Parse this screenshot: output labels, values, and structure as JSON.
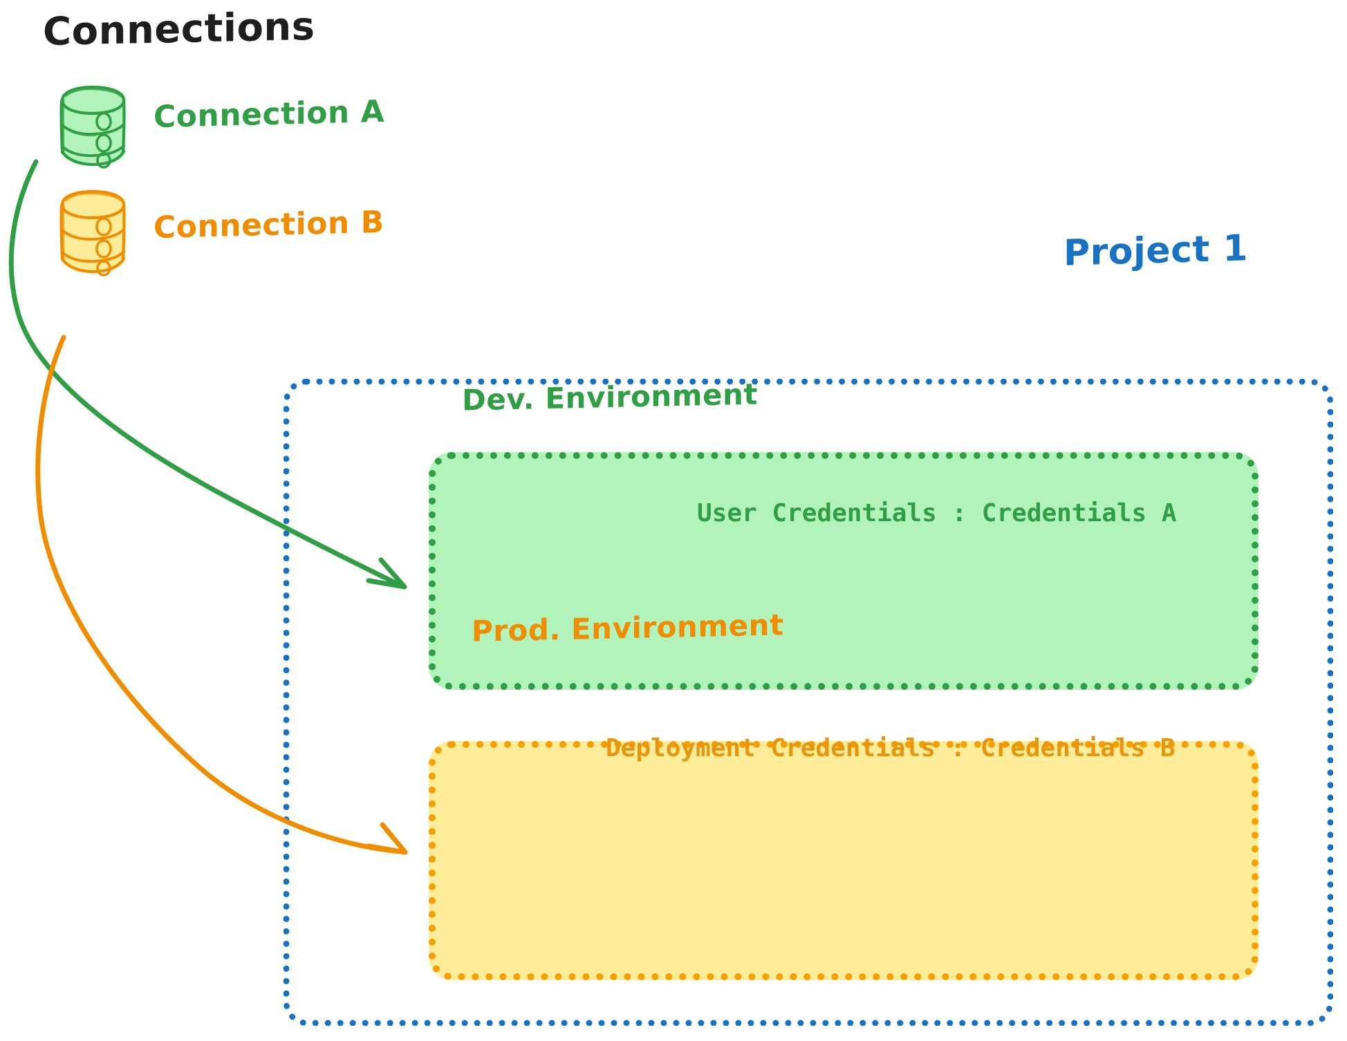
{
  "diagram": {
    "title": "Connections",
    "background_color": "#ffffff",
    "type": "architecture-diagram"
  },
  "connections_section": {
    "heading": "Connections",
    "heading_color": "#1e1e1e",
    "items": [
      {
        "id": "connection-a",
        "label": "Connection A",
        "icon": "database-cylinder-icon",
        "stroke_color": "#2f9e44",
        "fill_color": "#b2f2bb"
      },
      {
        "id": "connection-b",
        "label": "Connection B",
        "icon": "database-cylinder-icon",
        "stroke_color": "#f08c00",
        "fill_color": "#ffec99"
      }
    ]
  },
  "project": {
    "label": "Project 1",
    "border_color": "#1971c2",
    "border_style": "dotted",
    "environments": [
      {
        "id": "dev-environment",
        "title": "Dev. Environment",
        "credential_label": "User Credentials",
        "credential_separator": ":",
        "credential_value": "Credentials A",
        "credential_line": "User Credentials : Credentials A",
        "fill_color": "#b2f2bb",
        "border_color": "#2f9e44",
        "text_color": "#2f9e44"
      },
      {
        "id": "prod-environment",
        "title": "Prod. Environment",
        "credential_label": "Deployment Credentials",
        "credential_separator": ":",
        "credential_value": "Credentials B",
        "credential_line": "Deployment Credentials : Credentials B",
        "fill_color": "#ffec99",
        "border_color": "#f59f00",
        "text_color": "#e8950c"
      }
    ]
  },
  "arrows": [
    {
      "id": "arrow-connection-a-to-dev",
      "from": "connection-a",
      "to": "dev-environment",
      "color": "#2f9e44",
      "style": "curved-arrow"
    },
    {
      "id": "arrow-connection-b-to-prod",
      "from": "connection-b",
      "to": "prod-environment",
      "color": "#f08c00",
      "style": "curved-arrow"
    }
  ],
  "palette": {
    "green_stroke": "#2f9e44",
    "green_fill": "#b2f2bb",
    "orange_stroke": "#f08c00",
    "orange_fill": "#ffec99",
    "orange_border": "#f59f00",
    "blue_stroke": "#1971c2",
    "black_text": "#1e1e1e"
  }
}
